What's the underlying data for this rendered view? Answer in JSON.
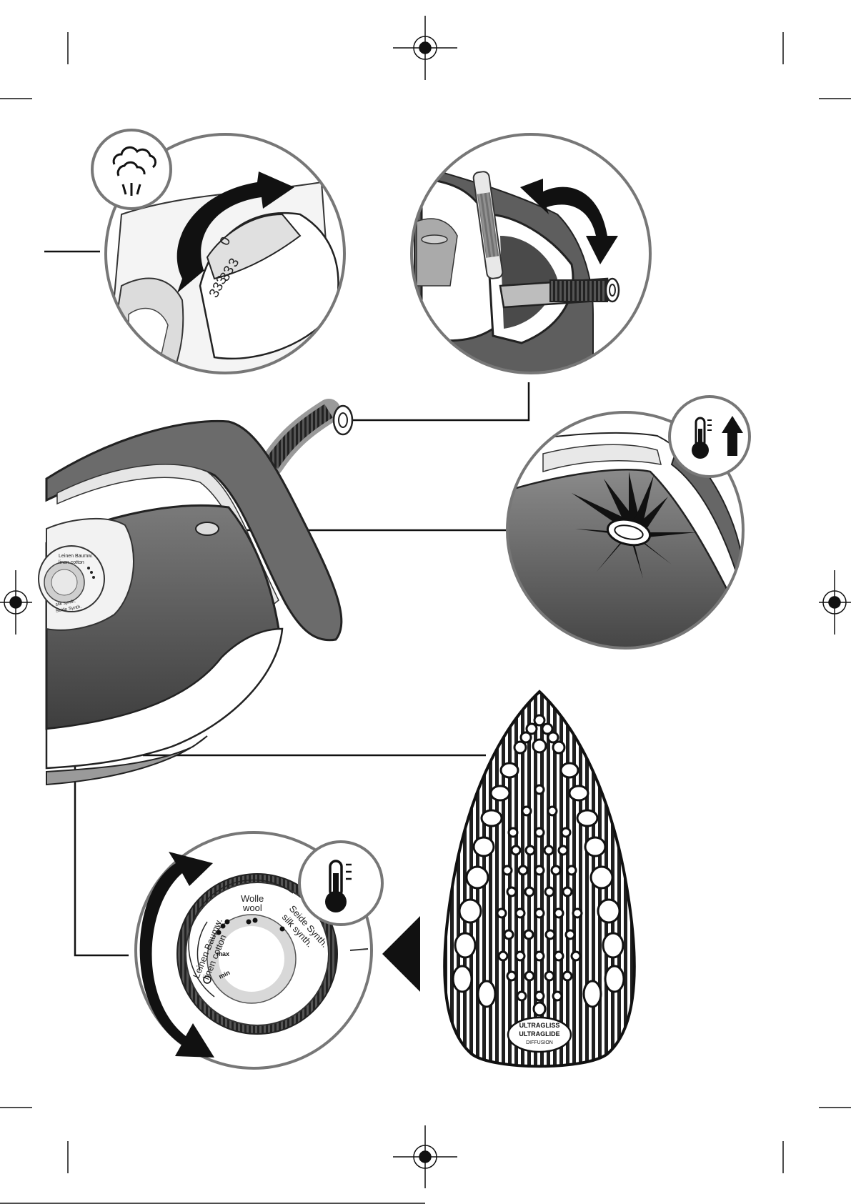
{
  "document": {
    "type": "iron instruction manual illustration page"
  },
  "steam_dial": {
    "icon": "steam-cloud-icon",
    "markings": [
      "0",
      "3",
      "33",
      "333"
    ]
  },
  "thermostat_dial": {
    "icon": "thermometer-icon",
    "labels": {
      "wool": [
        "Wolle",
        "wool"
      ],
      "silk": [
        "Seide Synth.",
        "silk synth."
      ],
      "linen": [
        "Leinen Baumw.",
        "linen cotton"
      ],
      "max": "max",
      "min": "min"
    }
  },
  "indicator_light": {
    "icon": "thermometer-rising-icon"
  },
  "small_dial_labels": {
    "linen": [
      "Leinen Baumw.",
      "linen cotton"
    ],
    "silk": [
      "Seide Synth.",
      "silk synth."
    ],
    "wool": [
      "Wolle",
      "wool"
    ]
  },
  "soleplate": {
    "brand_lines": [
      "ULTRAGLISS",
      "ULTRAGLIDE",
      "DIFFUSION"
    ]
  }
}
